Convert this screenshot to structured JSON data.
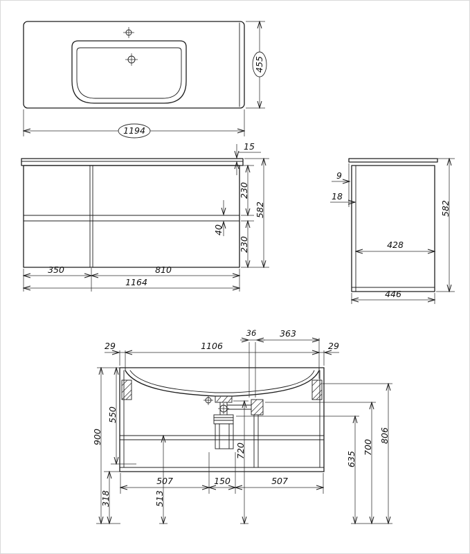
{
  "page": {
    "background": "#ffffff",
    "line_color": "#1c1c1c"
  },
  "top_view": {
    "width": "1194",
    "depth": "455"
  },
  "front_view": {
    "top_thickness": "15",
    "upper_height": "230",
    "drawer_gap": "40",
    "lower_height": "230",
    "total_height": "582",
    "left_section_width": "350",
    "right_section_width": "810",
    "total_width": "1164"
  },
  "side_view": {
    "edge_offset": "9",
    "front_offset": "18",
    "total_height": "582",
    "inner_depth": "428",
    "total_depth": "446"
  },
  "section_view": {
    "drain_offset": "36",
    "right_span": "363",
    "left_margin": "29",
    "mount_span": "1106",
    "right_margin": "29",
    "basin_depth": "550",
    "total_height": "900",
    "drain_height": "720",
    "trap_outlet_height": "635",
    "overflow_height": "700",
    "rim_height": "806",
    "left_span": "507",
    "drain_span": "150",
    "right_span_bottom": "507",
    "floor_clearance": "318",
    "shelf_height": "513"
  }
}
